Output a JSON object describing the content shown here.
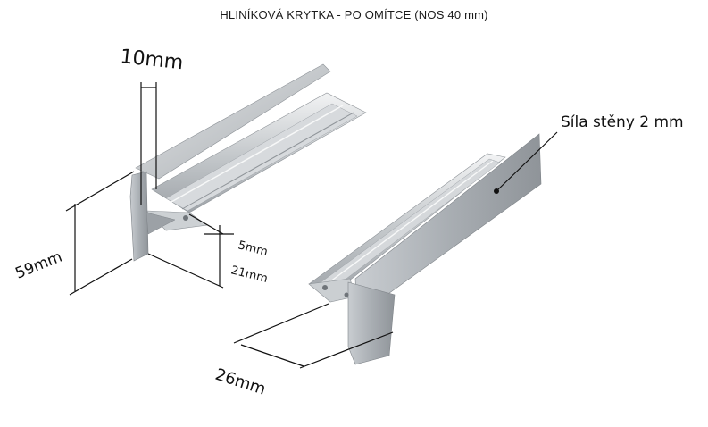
{
  "title": "HLINÍKOVÁ KRYTKA - PO OMÍTCE (NOS 40  mm)",
  "labels": {
    "top_width": "10mm",
    "height": "59mm",
    "lip": "5mm",
    "depth": "21mm",
    "bottom_width": "26mm",
    "wall": "Síla stěny 2 mm"
  },
  "colors": {
    "metal_light": "#dcdfe2",
    "metal_mid": "#b9bdc2",
    "metal_dark": "#8e9398",
    "line": "#111111"
  }
}
